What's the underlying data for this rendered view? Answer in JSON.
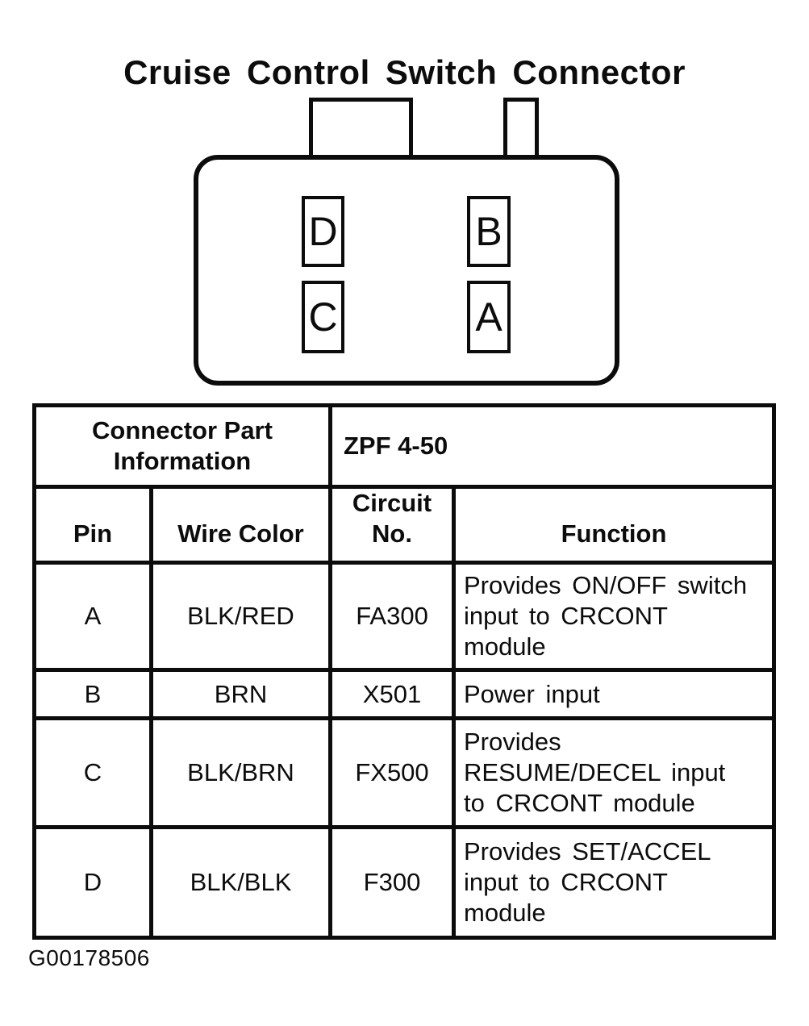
{
  "page": {
    "title": "Cruise Control Switch Connector",
    "figure_id": "G00178506"
  },
  "connector": {
    "pins": [
      "D",
      "B",
      "C",
      "A"
    ]
  },
  "table": {
    "part_info_label": "Connector Part\nInformation",
    "part_number": "ZPF 4-50",
    "columns": {
      "pin": "Pin",
      "wire_color": "Wire Color",
      "circuit_no": "Circuit\nNo.",
      "function": "Function"
    },
    "rows": [
      {
        "pin": "A",
        "wire_color": "BLK/RED",
        "circuit_no": "FA300",
        "function": "Provides ON/OFF switch\ninput to CRCONT\nmodule"
      },
      {
        "pin": "B",
        "wire_color": "BRN",
        "circuit_no": "X501",
        "function": "Power input"
      },
      {
        "pin": "C",
        "wire_color": "BLK/BRN",
        "circuit_no": "FX500",
        "function": "Provides\nRESUME/DECEL input\nto CRCONT module"
      },
      {
        "pin": "D",
        "wire_color": "BLK/BLK",
        "circuit_no": "F300",
        "function": "Provides SET/ACCEL\ninput to CRCONT\nmodule"
      }
    ]
  }
}
